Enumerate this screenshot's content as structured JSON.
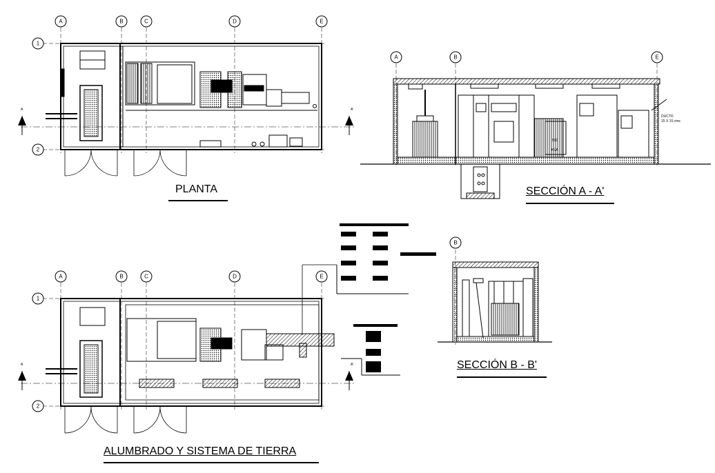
{
  "views": {
    "planta": {
      "title": "PLANTA"
    },
    "seccion_aa": {
      "title": "SECCIÓN A - A'"
    },
    "seccion_bb": {
      "title": "SECCIÓN B - B'"
    },
    "alumbrado": {
      "title": "ALUMBRADO Y SISTEMA DE TIERRA"
    }
  },
  "grid_axes": {
    "columns": [
      "A",
      "B",
      "C",
      "D",
      "E"
    ],
    "rows": [
      "1",
      "2"
    ]
  },
  "section_markers": {
    "cut_label": "A",
    "cut_label_prime": "A'"
  },
  "equipment_labels": {
    "transformer_rating": "500",
    "transformer_unit": "KVA",
    "ducto": "DUCTO",
    "ducto_size": "15 X 15 cms"
  },
  "colors": {
    "line": "#000000",
    "background": "#ffffff",
    "hatch": "#444444"
  }
}
